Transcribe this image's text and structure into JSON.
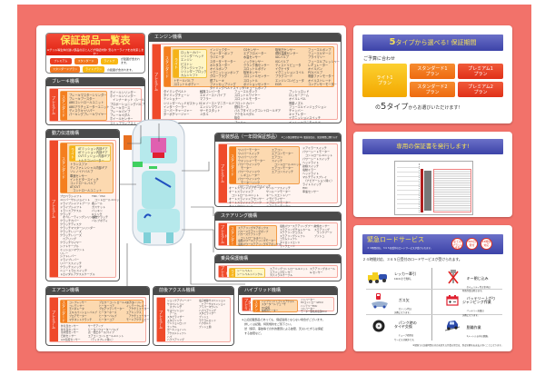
{
  "page": {
    "background": "#f2726a"
  },
  "left_panel": {
    "title": "保証部品一覧表",
    "title_sub": "※グリル等生体の過い部品のほとんどが保証対象! 安心カーライフをお約束します!!",
    "legend": [
      {
        "chips": [
          "プレミアムプラン",
          "スタンダードプラン",
          "ライトプラン"
        ],
        "text": "が範囲が含まれます。"
      },
      {
        "chips": [
          "スタンダードプラン",
          "ライトプラン"
        ],
        "text": "の範囲が含まれます。"
      }
    ],
    "sections": {
      "engine": {
        "header": "エンジン機構",
        "premium_label": "プレミアム",
        "standard_label": "スタンダード",
        "light_label": "ライト",
        "light_items": "ロッカーカバー\nシリンダーヘッド\nエンジン\nピストン\nクランクシャフト\nシリンダーブロック\nカムシャフト",
        "standard_items_1": "インジェクター\nウォーターポンプ\nラジエータ\nスターターモーター\nオルタネーター\nオイルポンプ\nイグニッションポンプ\nグローブラグ\n燃ブレーキ\nファンカップリング\nタイミングベルトスイッチ",
        "standard_items_2": "O2センサー\nエアフロメーター\n水温センサー\nノックセンサー\nクランク角センサー\nスロットルボディ\n吸気センサー\nスロットルセンサー\nスロットル\nポジションセンサー\nバキュームポンプ",
        "standard_items_3": "吸気圧センサー\n燃料温度センサー\nIACバルブ\nISCバルブ\nディストリビュータ\nイグナイタ\nイグニッションコイル\nプラグコード\nエンジンコンピュータ\nEGR",
        "standard_items_4": "フューエルポンプ\nフューエルゲージ\nプライマリー\nフューエルプレッシャー\nレギュレーター\nオイルパン\nPCVバルブ\n電動ファンモーター\nオイルストレーナ\nコンデンサーモーター",
        "standard_extra": "トモールバルブ\nスロットルボディー",
        "premium_items_1": "タイミングベルト\nタイミングチェーン\nテンショナー\nシリンダーヘッドガスケット\nインタークーラー\nスーパーチャージャー\nターボチャージャー",
        "premium_items_2": "触媒コンバータ\nエキゾーストパイプ\nマフラー\nエキゾーストマニホールド\nエンジンマウント\nサーモスタット\nメタル",
        "premium_items_3": "フューエルタンク\nスロットルワイヤー\nスロットルモーター\nフロントカバー\n燃料ホース\nバルブタイミングコントロールギア\nアクセルペダル\n吸引\nプーリー\nシール\nガスケット",
        "premium_items_4": "プッシュロッド\nロッカーアーム\nオイルレベル\n電動ノズル\nフューエルインジェクション\nチャンバー\nキャブレター\nイグニッションスイッチ\nインレットマニホールド\nインテークマニホールド\nVVT"
      },
      "brake": {
        "header": "ブレーキ機構",
        "premium_label": "プレミアム",
        "standard_label": "スタンダード",
        "standard_items": "ブレーキマスターシリンダー\nブレーキブースター\nABSコントロールユニット\nABSアクチュエーターユニット\nディスクキャリパー\nパーキングブレーキワイヤー",
        "premium_items": "ホイールシリンダー\nホイールシリンダー\n　インナーキット（シール）\nプロポーショニングバルブ\nブレーキホース\nブレーキパイプ\nブレーキペダル\nホイールセンサー\nストップランプスイッチ"
      },
      "drivetrain": {
        "header": "動力伝達機構",
        "premium_label": "プレミアム",
        "standard_label": "スタンダード",
        "light_label": "ライト",
        "light_items": "ATミッション内部ギア\nATミッション内部ギア\nCVTミッション内部ギア\nトルクコンバーター",
        "standard_items": "トランスファ\nディファレンシャル内部ギア\nソレノイドバルブ\n車速センサー\nインヒビタースイッチ\nコントロールバルブ\nAT/CVT\n　コントロールユニット",
        "premium_items_1": "プロペラシャフト\nユニバーサルジョイント\nドライブシャフトブーツ\nドライブシャフト\nトランスアクスル\nクラッチ\n　オペレーティングシリンダー\nクラッチカバー\nクラッチディスク\nクラッチマスターシリンダー\nクラッチレリーズ\nクラッチレリーズ\n　ベアリング\nクラッチワイヤー\nシフトケーブル\nミッションマウント\nリレー\nシフトレバー\nドライブレバー\nリバーススイッチ\nクラッチスイッチ\nニュートラルスイッチ\nトロイダルアクスルケーブル",
        "premium_items_2": "TRC／VSC\n　コントロールユニット\n各シール\nガスケット\nパッキン\nOリング\n電磁クラッチ\nバルブボディ"
      },
      "electrical": {
        "header": "電装部品（一年間保証部品）",
        "header_note": "※この保証期間は1年 電装部品は、保証期間に関わらず",
        "premium_label": "プレミアム",
        "standard_label": "スタンダード",
        "standard_items_1": "ワイパーモーター\nワイパースイッチ\nワイパーリンク\nウォッシャーモーター\nパワーウインドウ\n　モーター\nパワーウインドウ\n　レギュレーター\nパワーウインドウ\n　モーターリンク\nパワーウインドウスイッチ",
        "standard_items_2": "エアコン\nエアコンモーター\nエアコン\nスイッチ\n　コントロールユニット\nエアコンモーター\nエアコンスイッチ",
        "premium_items_1": "オートスライドドアモーター\nオートスライドドア\n　コントロールユニット\nオートスライドドアセンサー\nオートスライドドアリンク\nオートクロージャー",
        "premium_items_2": "サンルーフスイッチ\nサンルーフモーター\nキーレスエントリー\nイモビライザー\nドアロックモーター\nドアミラーモーター",
        "premium_items_3": "ドアミラースイッチ\nパワーシートモーター\n　コントロールユニット\nパワーシートスイッチ\nヘッドライト\n熱線スイッチ\n電動ミラー\nヘッドライト\nマルチディスプレイ\n　（ナビゲーション除く）\nライトスイッチ\nHID\n車速センサー"
      },
      "steering": {
        "header": "ステアリング機構",
        "premium_label": "プレミアム",
        "standard_label": "スタンダード",
        "standard_items": "ステアリングギアボックス\nパワーステアリングポンプ\nパワーステアリング\n　コントロールユニット\n電動パワーステアリングモーター\n電動パワーステアリングギアボックス",
        "premium_items_1": "電動パワーステアリングプーリー\nステアリングチルトカール\nステアリングコラム\nステアリングシャフト\nコラムシャフト\nタイロッドエンド\nラックエンド",
        "premium_items_2": "舵角センサー\nステアリング\n　ラックブーツ\nブッシュ"
      },
      "safety": {
        "header": "乗員保護機構",
        "premium_label": "プレミアム",
        "light_label": "ライト",
        "light_items": "シートベルト\nシートベルトバックル",
        "premium_items_1": "エアバッグコントロールユニット\nエアバッグセンサー\nスパイラルケーブル",
        "premium_items_2": "ステアリングホイール\nG-センサー"
      },
      "aircon": {
        "header": "エアコン機構",
        "premium_label": "プレミアム",
        "standard_label": "スタンダード",
        "standard_items_1": "コンプレッサー\nコンデンサー\nエバポレータ\nエキスパンションバルブ\nブロアモーター\nマグネットクラッチ",
        "standard_items_2": "ブロワーコントロールユニット\nヒーターコア\nブロアファンモーター\nヒーターホース\nヒーターバルブ\nヒーターコア",
        "standard_items_3": "エアコンリレー\nインテークレバー\n　アクチュエーター\nエアミックス\n　アクチュエーター\nモードアクチュエーター",
        "premium_items_1": "外気温センサー\n外気温センサー\n室内温センサー\n日射センサー\nA/C温度センサー",
        "premium_items_2": "サーモアンプ\nヒーターウォーターバルブ\n高・低圧ホース/パイプ\nエアコンコントロールユニット\n　（ディスプレイ除く）"
      },
      "suspension": {
        "header": "前後アクスル機構",
        "premium_label": "プレミアム",
        "premium_items_1": "ショックアブソーバー\nサスペンション\n　スプリング\nサスペンション\n　アーム\nスタビライザー\nスタビリンク\nテンションロッド\nナックル\nボールジョイント\nアクスルシャフト\nハブ\nハブベアリング",
        "premium_items_2": "電子制御サスペンション\n　エアーサスペンション\nアッパーマウント\nハブベアリング\nスタビライザー\nブッシュ\nラテラルロッド\nハブボルト\nブッシュ類"
      },
      "hybrid": {
        "header": "ハイブリッド機構",
        "premium_label": "プレミアム",
        "standard_label": "スタンダード",
        "standard_items": "ハイブリッドトランスアクスル\nスターター/レデューサ\nHV設備\n駆動用モーター",
        "premium_items": "インバーター\nHVコントロールECU\nバッテリーECU\nコンバーター\nモーター駆動用電源ECU"
      }
    },
    "footnote": "※上記記載部品であっても、保証適用とならない場合がございます。\n　詳しくは記載、特別規約をご覧下さい。\n　然（保存、事故等での外的要因による故障、天災いたずらは保証\n　する故障など。"
  },
  "plans_panel": {
    "header_number": "5",
    "header_text": "タイプから選べる! 保証期間",
    "budget_label": "ご予算に合わせ",
    "plans": [
      {
        "label": "ライト1\nプラン",
        "color": "#f8b814"
      },
      {
        "label": "スタンダード1\nプラン",
        "color": "#f2771e"
      },
      {
        "label": "スタンダード2\nプラン",
        "color": "#f2771e"
      },
      {
        "label": "プレミアム1\nプラン",
        "color": "#ea3e22"
      },
      {
        "label": "プレミアム2\nプラン",
        "color": "#ea3e22"
      }
    ],
    "footer_prefix": "の",
    "footer_number": "5",
    "footer_type": "タイプ",
    "footer_suffix": "からお選びいただけます!"
  },
  "certificate_panel": {
    "header": "専用の保証書を発行します!"
  },
  "roadservice_panel": {
    "header": "緊急ロードサービス",
    "header_sub": "２４時間対応、３６５日受付のロードサービスが受けられます。",
    "badges": [
      "全ての\nプランに\n付帯",
      "365日\n受付",
      "24時間\n対応"
    ],
    "description": "２４時間対応、３６５日受付のロードサービスが受けられます。",
    "services": [
      {
        "icon": "tow-truck-icon",
        "title": "レッカー牽引",
        "desc": "10kmまで無料。"
      },
      {
        "icon": "key-lock-icon",
        "title": "キー閉じ込み",
        "desc": "セキュリティ付き車両は\n特殊作業は除きます。"
      },
      {
        "icon": "fuel-icon",
        "title": "ガス欠",
        "desc": "ガソリン代は\n実費になります。"
      },
      {
        "icon": "battery-icon",
        "title": "バッテリー上がり\nジャンピング作業",
        "desc": "バッテリー充電は\n実費になります。"
      },
      {
        "icon": "tire-icon",
        "title": "パンク時の\nタイヤ交換",
        "desc": "チューブ修理は\nサービス対象外です。"
      },
      {
        "icon": "car-stuck-icon",
        "title": "脱輪作業",
        "desc": "1メートル以内の脱輪。"
      }
    ],
    "footnote": "※保険での記載時間の対応を超える作業の場合は、別途実費をお支払い頂くことになります。"
  }
}
